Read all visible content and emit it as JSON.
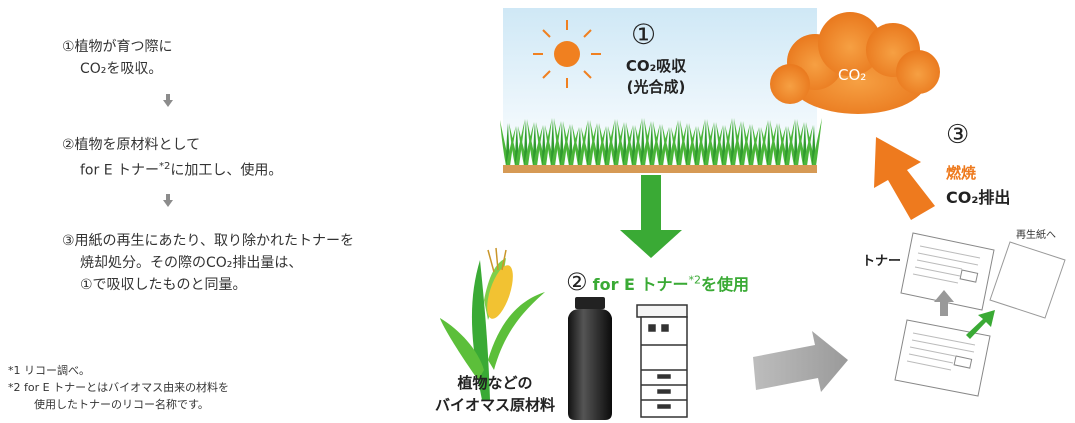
{
  "steps": {
    "step1_line1": "①植物が育つ際に",
    "step1_line2": "CO₂を吸収。",
    "step2_line1": "②植物を原材料として",
    "step2_line2a": "for E トナー",
    "step2_line2sup": "*2",
    "step2_line2b": "に加工し、使用。",
    "step3_line1": "③用紙の再生にあたり、取り除かれたトナーを",
    "step3_line2": "焼却処分。その際のCO₂排出量は、",
    "step3_line3": "①で吸収したものと同量。"
  },
  "footnotes": {
    "note1": "*1 リコー調べ。",
    "note2_line1": "*2 for E トナーとはバイオマス由来の材料を",
    "note2_line2": "使用したトナーのリコー名称です。"
  },
  "diagram": {
    "circle1": "①",
    "absorb_line1": "CO₂吸収",
    "absorb_line2": "(光合成)",
    "cloud_label": "CO₂",
    "circle3": "③",
    "burn_label": "燃焼",
    "emit_label": "CO₂排出",
    "circle2": "②",
    "use_toner": "for E トナー",
    "use_sup": "*2",
    "use_suffix": "を使用",
    "biomass_line1": "植物などの",
    "biomass_line2": "バイオマス原材料",
    "toner_label": "トナー",
    "recycled_label": "再生紙へ"
  },
  "colors": {
    "green": "#3aaa35",
    "orange": "#f08020",
    "sky_top": "#cfe8f6",
    "soil": "#d69a55",
    "gray_arrow": "#a6a6a6"
  }
}
